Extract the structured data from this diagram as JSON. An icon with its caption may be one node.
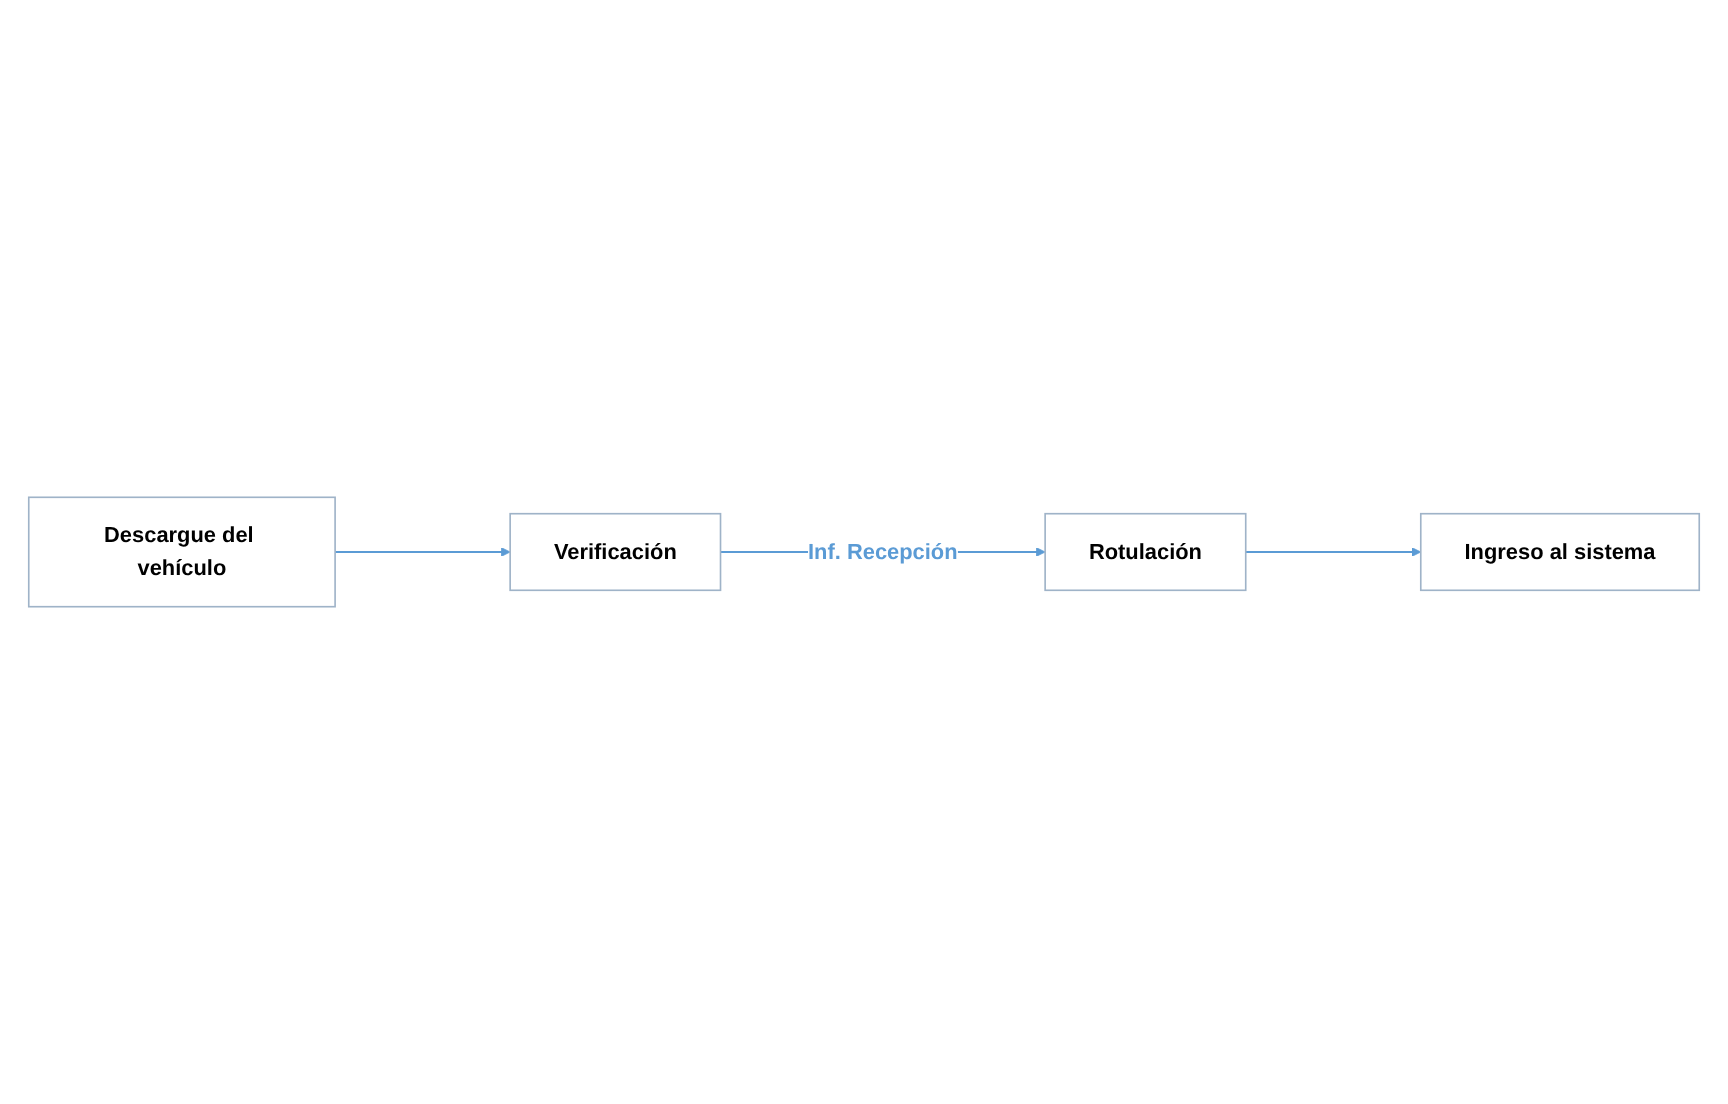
{
  "diagram": {
    "nodes": [
      {
        "text": [
          "Descargue del vehículo"
        ]
      },
      {
        "text": [
          "Verificación"
        ]
      },
      {
        "text": [
          "Rotulación"
        ]
      },
      {
        "text": [
          "Ingreso al sistema"
        ]
      }
    ],
    "edges": [
      {
        "from": 0,
        "to": 1,
        "arrow": "to"
      },
      {
        "from": 1,
        "to": 2,
        "arrow": "to",
        "label": "Inf. Recepción"
      },
      {
        "from": 2,
        "to": 3,
        "arrow": "to"
      }
    ]
  }
}
